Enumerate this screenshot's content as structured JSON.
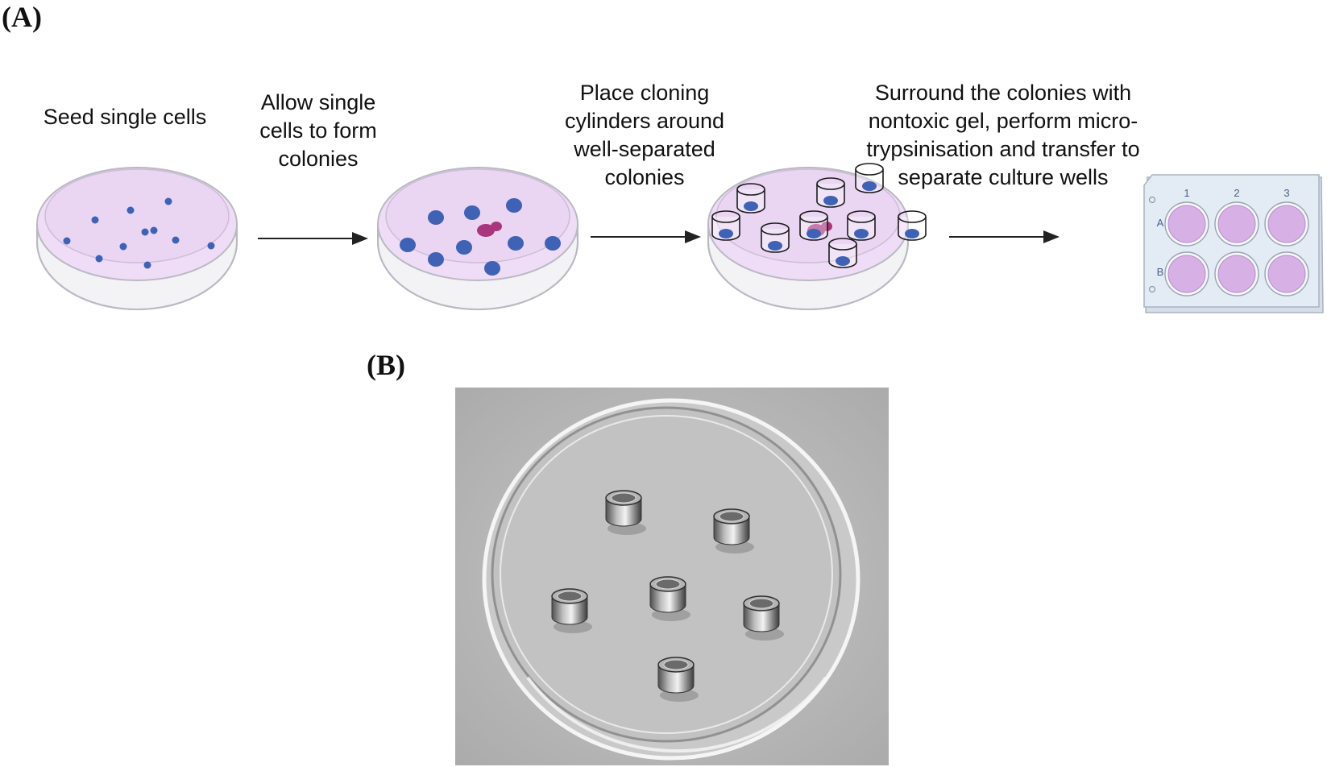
{
  "panels": {
    "a_label": "(A)",
    "b_label": "(B)"
  },
  "steps": [
    {
      "text": "Seed single cells"
    },
    {
      "text": "Allow single\ncells to form\ncolonies"
    },
    {
      "text": "Place cloning\ncylinders around\nwell-separated\ncolonies"
    },
    {
      "text": "Surround the colonies with\nnontoxic gel, perform micro-\ntrypsinisation and transfer to\nseparate culture wells"
    }
  ],
  "plate": {
    "columns": [
      "1",
      "2",
      "3"
    ],
    "rows": [
      "A",
      "B"
    ]
  },
  "colors": {
    "medium": "#efdcf6",
    "dish_edge": "#b9b9c2",
    "cell": "#3f62b4",
    "colony_pink": "#a8357e",
    "well_fill": "#d7b0e6",
    "plate_body": "#e3ecf5",
    "photo_bg": "#b9b9b9"
  }
}
